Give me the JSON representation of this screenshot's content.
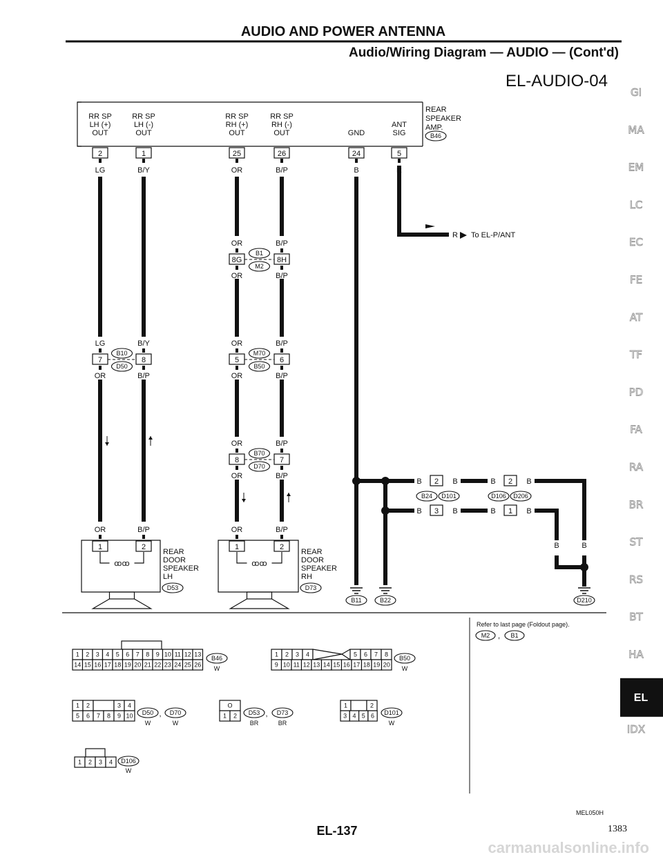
{
  "header": {
    "title": "AUDIO AND POWER ANTENNA",
    "subtitle": "Audio/Wiring Diagram — AUDIO — (Cont'd)"
  },
  "diagram_id": "EL-AUDIO-04",
  "amp": {
    "name_lines": [
      "REAR",
      "SPEAKER",
      "AMP."
    ],
    "connector": "B46",
    "pins": [
      {
        "label": [
          "RR SP",
          "LH (+)",
          "OUT"
        ],
        "pin": "2",
        "color": "LG"
      },
      {
        "label": [
          "RR SP",
          "LH (-)",
          "OUT"
        ],
        "pin": "1",
        "color": "B/Y"
      },
      {
        "label": [
          "RR SP",
          "RH (+)",
          "OUT"
        ],
        "pin": "25",
        "color": "OR"
      },
      {
        "label": [
          "RR SP",
          "RH (-)",
          "OUT"
        ],
        "pin": "26",
        "color": "B/P"
      },
      {
        "label": [
          "GND"
        ],
        "pin": "24",
        "color": "B"
      },
      {
        "label": [
          "ANT",
          "SIG"
        ],
        "pin": "5",
        "color": "R"
      }
    ]
  },
  "to_ant": {
    "color": "R",
    "text": "To EL-P/ANT"
  },
  "junctions": {
    "j1": {
      "top_colors": [
        "OR",
        "B/P"
      ],
      "pins": [
        "8G",
        "8H"
      ],
      "bottom_colors": [
        "OR",
        "B/P"
      ],
      "upper": "B1",
      "lower": "M2"
    },
    "j2": {
      "top_colors": [
        "LG",
        "B/Y"
      ],
      "pins": [
        "7",
        "8"
      ],
      "bottom_colors": [
        "OR",
        "B/P"
      ],
      "upper": "B10",
      "lower": "D50"
    },
    "j3": {
      "top_colors": [
        "OR",
        "B/P"
      ],
      "pins": [
        "5",
        "6"
      ],
      "bottom_colors": [
        "OR",
        "B/P"
      ],
      "upper": "M70",
      "lower": "B50"
    },
    "j4": {
      "top_colors": [
        "OR",
        "B/P"
      ],
      "pins": [
        "8",
        "7"
      ],
      "bottom_colors": [
        "OR",
        "B/P"
      ],
      "upper": "B70",
      "lower": "D70"
    }
  },
  "speakers": {
    "lh": {
      "colors": [
        "OR",
        "B/P"
      ],
      "pins": [
        "1",
        "2"
      ],
      "name_lines": [
        "REAR",
        "DOOR",
        "SPEAKER",
        "LH"
      ],
      "connector": "D53"
    },
    "rh": {
      "colors": [
        "OR",
        "B/P"
      ],
      "pins": [
        "1",
        "2"
      ],
      "name_lines": [
        "REAR",
        "DOOR",
        "SPEAKER",
        "RH"
      ],
      "connector": "D73"
    }
  },
  "ground_net": {
    "row1": {
      "left_color": "B",
      "pin_a": "2",
      "mid_color": "B",
      "mid_color2": "B",
      "pin_b": "2",
      "right_color": "B"
    },
    "row2": {
      "left_color": "B",
      "pin_a": "3",
      "mid_color": "B",
      "mid_color2": "B",
      "pin_b": "1",
      "right_color": "B"
    },
    "conn_a": [
      "B24",
      "D101"
    ],
    "conn_b": [
      "D106",
      "D206"
    ],
    "down_colors": [
      "B",
      "B"
    ],
    "right_colors": [
      "B",
      "B"
    ],
    "grounds": [
      "B11",
      "B22",
      "D210"
    ]
  },
  "refer_note": "Refer to last page (Foldout page).",
  "refer_conns": [
    "M2",
    "B1"
  ],
  "connectors": {
    "b46": {
      "row1": [
        "1",
        "2",
        "3",
        "4",
        "5",
        "6",
        "7",
        "8",
        "9",
        "10",
        "11",
        "12",
        "13"
      ],
      "row2": [
        "14",
        "15",
        "16",
        "17",
        "18",
        "19",
        "20",
        "21",
        "22",
        "23",
        "24",
        "25",
        "26"
      ],
      "id": "B46",
      "color": "W"
    },
    "b50": {
      "row1": [
        "1",
        "2",
        "3",
        "4",
        "5",
        "6",
        "7",
        "8"
      ],
      "row2": [
        "9",
        "10",
        "11",
        "12",
        "13",
        "14",
        "15",
        "16",
        "17",
        "18",
        "19",
        "20"
      ],
      "id": "B50",
      "color": "W"
    },
    "d50": {
      "row1": [
        "1",
        "2",
        "3",
        "4"
      ],
      "row2": [
        "5",
        "6",
        "7",
        "8",
        "9",
        "10"
      ],
      "ids": [
        "D50",
        "D70"
      ],
      "colors": [
        "W",
        "W"
      ]
    },
    "d53": {
      "row1": [
        "O"
      ],
      "row2": [
        "1",
        "2"
      ],
      "ids": [
        "D53",
        "D73"
      ],
      "colors": [
        "BR",
        "BR"
      ]
    },
    "d101": {
      "row1": [
        "1",
        "2"
      ],
      "row2": [
        "3",
        "4",
        "5",
        "6"
      ],
      "id": "D101",
      "color": "W"
    },
    "d106": {
      "row1": [
        "1",
        "2",
        "3",
        "4"
      ],
      "id": "D106",
      "color": "W"
    }
  },
  "side_tabs": [
    "GI",
    "MA",
    "EM",
    "LC",
    "EC",
    "FE",
    "AT",
    "TF",
    "PD",
    "FA",
    "RA",
    "BR",
    "ST",
    "RS",
    "BT",
    "HA",
    "EL",
    "IDX"
  ],
  "footer": {
    "code": "MEL050H",
    "page": "EL-137",
    "page_num": "1383",
    "watermark": "carmanualsonline.info"
  }
}
